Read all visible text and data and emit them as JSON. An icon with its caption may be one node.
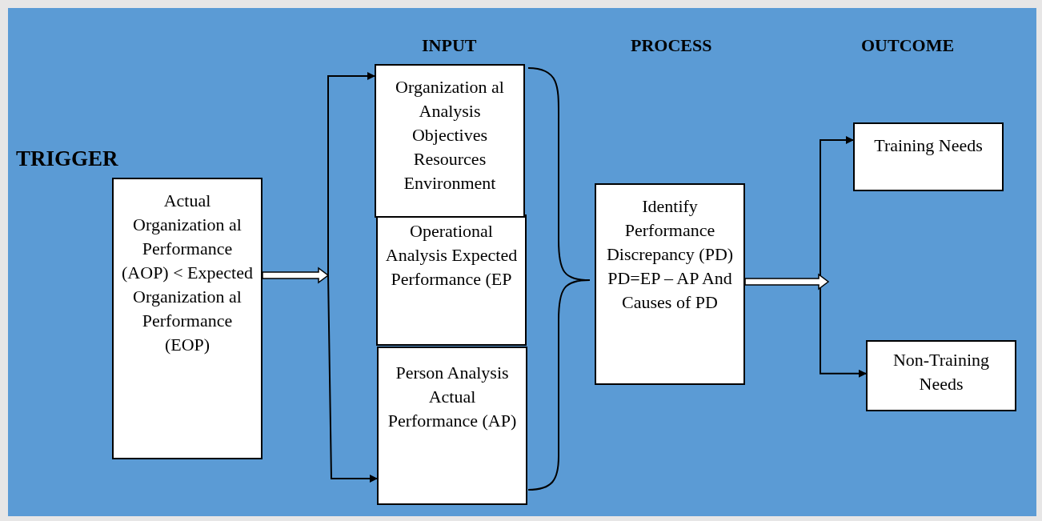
{
  "diagram": {
    "nodes": [
      {
        "text": [
          "Actual Organization al Performance (AOP) < Expected Organization al Performance (EOP)"
        ]
      },
      {
        "text": [
          "Organization al Analysis Objectives Resources Environment"
        ]
      },
      {
        "text": [
          "Operational Analysis Expected Performance (EP"
        ]
      },
      {
        "text": [
          "Person Analysis Actual Performance (AP)"
        ]
      },
      {
        "text": [
          "Identify Performance Discrepancy (PD) PD=EP – AP And Causes of PD"
        ]
      },
      {
        "text": [
          "Training Needs"
        ]
      },
      {
        "text": [
          "Non-Training Needs"
        ]
      }
    ],
    "edges": [
      {
        "from": 0,
        "to": 1,
        "arrow": "to"
      },
      {
        "from": 0,
        "to": 3,
        "arrow": "to"
      },
      {
        "from": 4,
        "to": 5,
        "arrow": "to"
      },
      {
        "from": 4,
        "to": 6,
        "arrow": "to"
      }
    ],
    "labels": [
      "INPUT",
      "PROCESS",
      "OUTCOME",
      "TRIGGER"
    ]
  }
}
